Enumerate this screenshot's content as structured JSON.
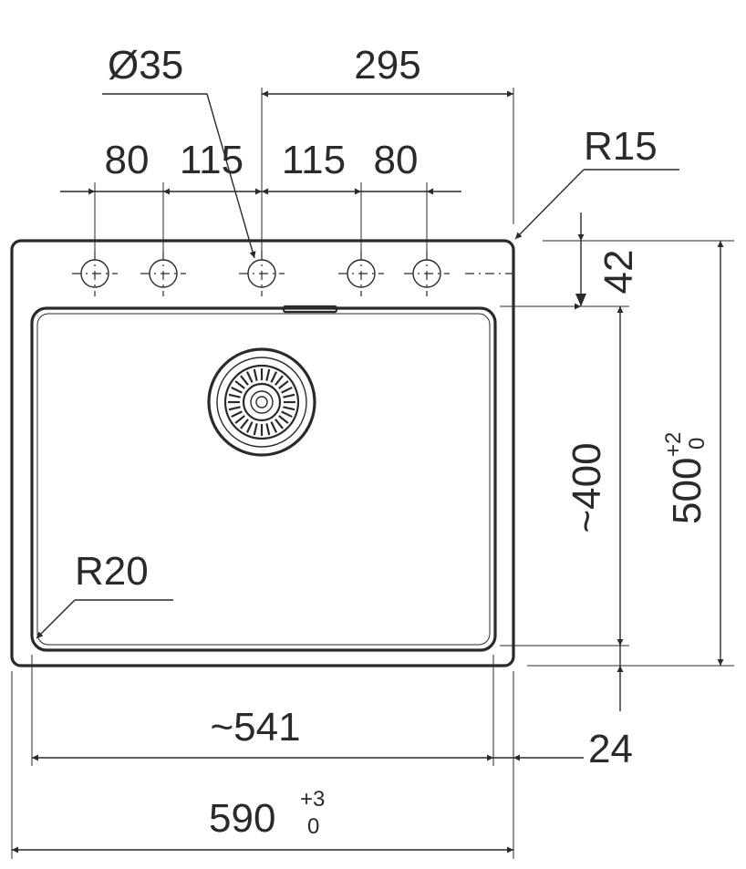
{
  "drawing": {
    "dimensions": {
      "hole_diameter": "Ø35",
      "offset_295": "295",
      "spacing_80_left": "80",
      "spacing_115_left": "115",
      "spacing_115_right": "115",
      "spacing_80_right": "80",
      "corner_outer": "R15",
      "hole_row_42": "42",
      "bowl_height": "~400",
      "overall_height": "500",
      "overall_height_tol_plus": "+2",
      "overall_height_tol_minus": "0",
      "corner_inner": "R20",
      "bowl_width": "~541",
      "bottom_margin": "24",
      "overall_width": "590",
      "overall_width_tol_plus": "+3",
      "overall_width_tol_minus": "0"
    },
    "tap_holes": {
      "count": 5
    },
    "colors": {
      "ink": "#2a2a2a",
      "background": "#ffffff"
    }
  }
}
